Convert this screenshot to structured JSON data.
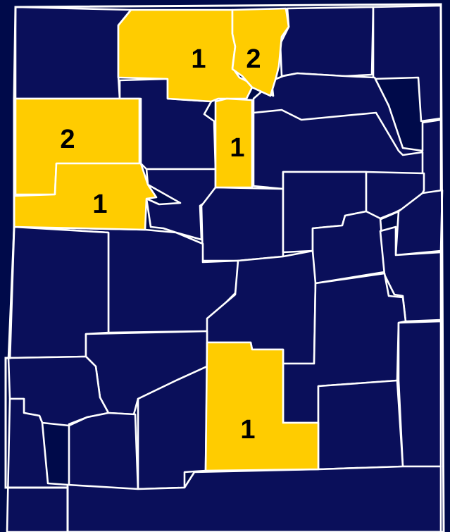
{
  "colors": {
    "background": "#000a4a",
    "county_fill": "#0a0f5a",
    "highlight_fill": "#ffcc00",
    "border": "#ffffff",
    "label": "#000000"
  },
  "highlighted_counties": [
    {
      "id": "north-1",
      "count": "1"
    },
    {
      "id": "north-2",
      "count": "2"
    },
    {
      "id": "center-strip",
      "count": "1"
    },
    {
      "id": "northwest-2",
      "count": "2"
    },
    {
      "id": "west-1",
      "count": "1"
    },
    {
      "id": "south-1",
      "count": "1"
    }
  ]
}
